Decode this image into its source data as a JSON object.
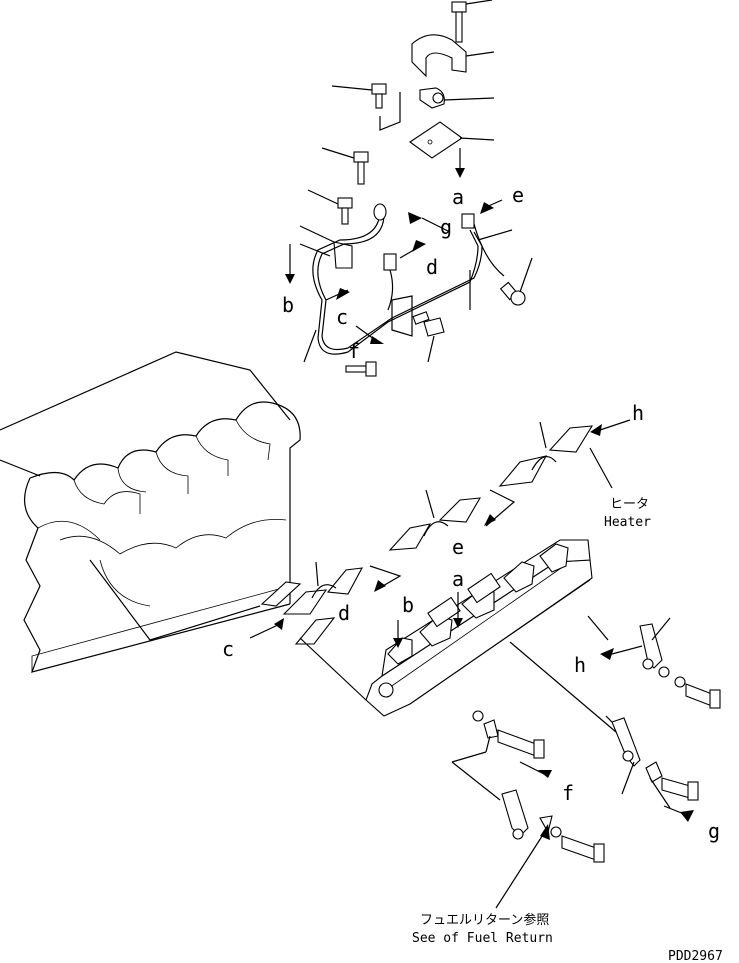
{
  "diagram": {
    "callouts": {
      "a_top": "a",
      "e_top": "e",
      "g_top": "g",
      "d_top": "d",
      "b_top": "b",
      "c_top": "c",
      "f_top": "f",
      "h_mid": "h",
      "e_mid": "e",
      "d_mid": "d",
      "c_mid": "c",
      "b_mid": "b",
      "a_mid": "a",
      "h_low": "h",
      "f_low": "f",
      "g_low": "g"
    },
    "heater_label_jp": "ヒータ",
    "heater_label_en": "Heater",
    "fuel_note_jp": "フュエルリターン参照",
    "fuel_note_en": "See of Fuel Return",
    "drawing_number": "PDD2967"
  }
}
